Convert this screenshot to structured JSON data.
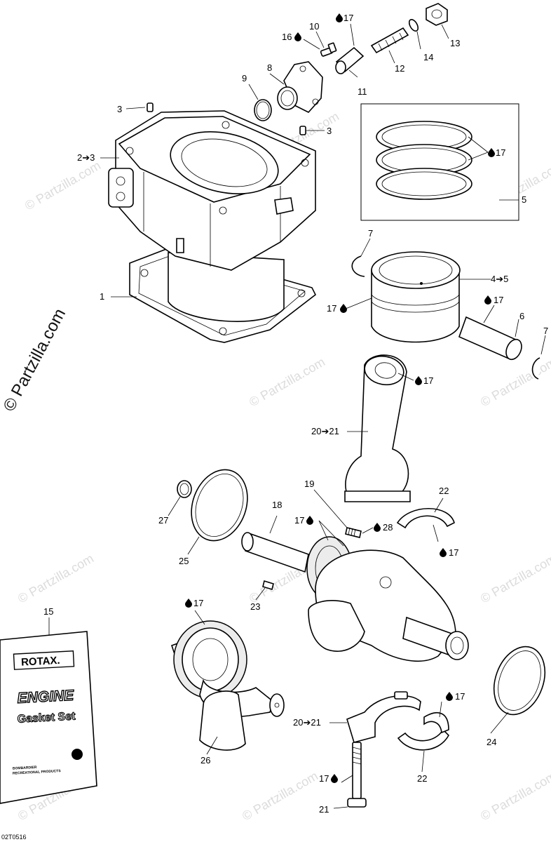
{
  "watermark": {
    "large": "© Partzilla.com",
    "small": "© Partzilla.com"
  },
  "diagram_code": "02T0516",
  "callouts": [
    {
      "id": "c1",
      "text": "1"
    },
    {
      "id": "c2",
      "text": "2➔3"
    },
    {
      "id": "c3a",
      "text": "3"
    },
    {
      "id": "c3b",
      "text": "3"
    },
    {
      "id": "c4",
      "text": "4➔5"
    },
    {
      "id": "c5",
      "text": "5"
    },
    {
      "id": "c6",
      "text": "6"
    },
    {
      "id": "c7a",
      "text": "7"
    },
    {
      "id": "c7b",
      "text": "7"
    },
    {
      "id": "c8",
      "text": "8"
    },
    {
      "id": "c9",
      "text": "9"
    },
    {
      "id": "c10",
      "text": "10"
    },
    {
      "id": "c11",
      "text": "11"
    },
    {
      "id": "c12",
      "text": "12"
    },
    {
      "id": "c13",
      "text": "13"
    },
    {
      "id": "c14",
      "text": "14"
    },
    {
      "id": "c15",
      "text": "15"
    },
    {
      "id": "c16",
      "text": "16"
    },
    {
      "id": "c17a",
      "text": "17"
    },
    {
      "id": "c17b",
      "text": "17"
    },
    {
      "id": "c17c",
      "text": "17"
    },
    {
      "id": "c17d",
      "text": "17"
    },
    {
      "id": "c17e",
      "text": "17"
    },
    {
      "id": "c17f",
      "text": "17"
    },
    {
      "id": "c17g",
      "text": "17"
    },
    {
      "id": "c17h",
      "text": "17"
    },
    {
      "id": "c17i",
      "text": "17"
    },
    {
      "id": "c17j",
      "text": "17"
    },
    {
      "id": "c17k",
      "text": "17"
    },
    {
      "id": "c18",
      "text": "18"
    },
    {
      "id": "c19",
      "text": "19"
    },
    {
      "id": "c20a",
      "text": "20➔21"
    },
    {
      "id": "c20b",
      "text": "20➔21"
    },
    {
      "id": "c21",
      "text": "21"
    },
    {
      "id": "c22a",
      "text": "22"
    },
    {
      "id": "c22b",
      "text": "22"
    },
    {
      "id": "c23",
      "text": "23"
    },
    {
      "id": "c24",
      "text": "24"
    },
    {
      "id": "c25",
      "text": "25"
    },
    {
      "id": "c26",
      "text": "26"
    },
    {
      "id": "c27",
      "text": "27"
    },
    {
      "id": "c28",
      "text": "28"
    }
  ],
  "gasket_set": {
    "brand": "ROTAX.",
    "title": "ENGINE",
    "subtitle": "Gasket Set",
    "maker_line1": "BOMBARDIER",
    "maker_line2": "RECREATIONAL PRODUCTS"
  },
  "icons": {
    "oil": "oil-drop-icon"
  }
}
